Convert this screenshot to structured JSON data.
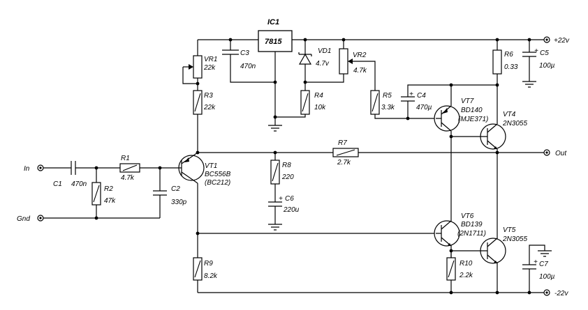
{
  "labels": {
    "ic1": "IC1",
    "ic1_part": "7815",
    "vr1": "VR1",
    "vr1_val": "22k",
    "c3": "C3",
    "c3_val": "470n",
    "vd1": "VD1",
    "vd1_val": "4.7v",
    "vr2": "VR2",
    "vr2_val": "4.7k",
    "r6": "R6",
    "r6_val": "0.33",
    "c5": "C5",
    "c5_val": "100µ",
    "r3": "R3",
    "r3_val": "22k",
    "r4": "R4",
    "r4_val": "10k",
    "r5": "R5",
    "r5_val": "3.3k",
    "c4": "C4",
    "c4_val": "470µ",
    "vt7": "VT7",
    "vt7_p1": "BD140",
    "vt7_p2": "(MJE371)",
    "vt4": "VT4",
    "vt4_p1": "2N3055",
    "r7": "R7",
    "r7_val": "2.7k",
    "vt1": "VT1",
    "vt1_p1": "BC556B",
    "vt1_p2": "(BC212)",
    "r8": "R8",
    "r8_val": "220",
    "c6": "C6",
    "c6_val": "220u",
    "c1": "C1",
    "c1_val": "470n",
    "r1": "R1",
    "r1_val": "4.7k",
    "r2": "R2",
    "r2_val": "47k",
    "c2": "C2",
    "c2_val": "330p",
    "vt6": "VT6",
    "vt6_p1": "BD139",
    "vt6_p2": "(2N1711)",
    "vt5": "VT5",
    "vt5_p1": "2N3055",
    "r9": "R9",
    "r9_val": "8.2k",
    "r10": "R10",
    "r10_val": "2.2k",
    "c7": "C7",
    "c7_val": "100µ",
    "plus": "+",
    "plus_c4": "+",
    "plus_c5": "+",
    "plus_c6": "+",
    "plus_c7": "+"
  },
  "terminals": {
    "in": "In",
    "gnd": "Gnd",
    "out": "Out",
    "pos": "+22v",
    "neg": "-22v"
  }
}
